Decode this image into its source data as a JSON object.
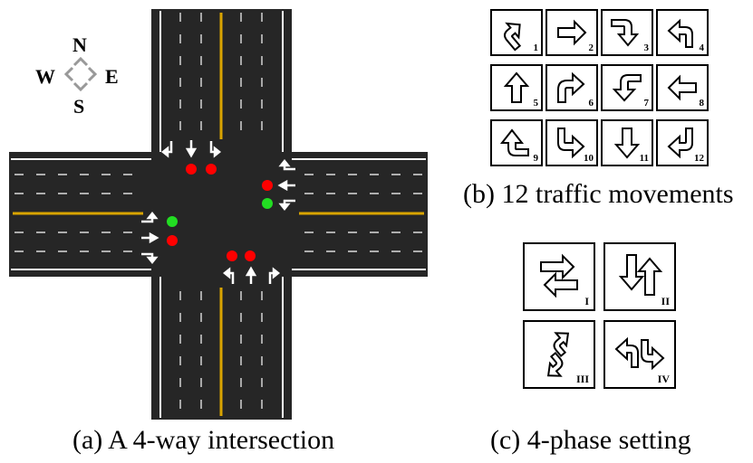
{
  "captions": {
    "intersection": "(a) A 4-way intersection",
    "movements": "(b) 12 traffic movements",
    "phases": "(c) 4-phase setting"
  },
  "compass": {
    "north": "N",
    "south": "S",
    "east": "E",
    "west": "W"
  },
  "movements": [
    {
      "num": "1",
      "icon": "north-to-right-turn-arrow"
    },
    {
      "num": "2",
      "icon": "east-arrow"
    },
    {
      "num": "3",
      "icon": "east-to-south-turn-arrow"
    },
    {
      "num": "4",
      "icon": "north-to-west-turn-arrow"
    },
    {
      "num": "5",
      "icon": "north-arrow"
    },
    {
      "num": "6",
      "icon": "right-turn-arrow"
    },
    {
      "num": "7",
      "icon": "west-to-south-turn-arrow"
    },
    {
      "num": "8",
      "icon": "west-arrow"
    },
    {
      "num": "9",
      "icon": "north-to-west-arrow"
    },
    {
      "num": "10",
      "icon": "south-to-east-arrow"
    },
    {
      "num": "11",
      "icon": "south-arrow"
    },
    {
      "num": "12",
      "icon": "west-turn-arrow"
    }
  ],
  "phases": [
    {
      "num": "I",
      "icon": "east-west-through-arrows"
    },
    {
      "num": "II",
      "icon": "north-south-through-arrows"
    },
    {
      "num": "III",
      "icon": "north-south-left-turn-arrows"
    },
    {
      "num": "IV",
      "icon": "east-west-left-turn-arrows"
    }
  ],
  "signals": {
    "red": "#ff0000",
    "green": "#22dd22",
    "road": "#262626",
    "center_line": "#d9a400"
  }
}
